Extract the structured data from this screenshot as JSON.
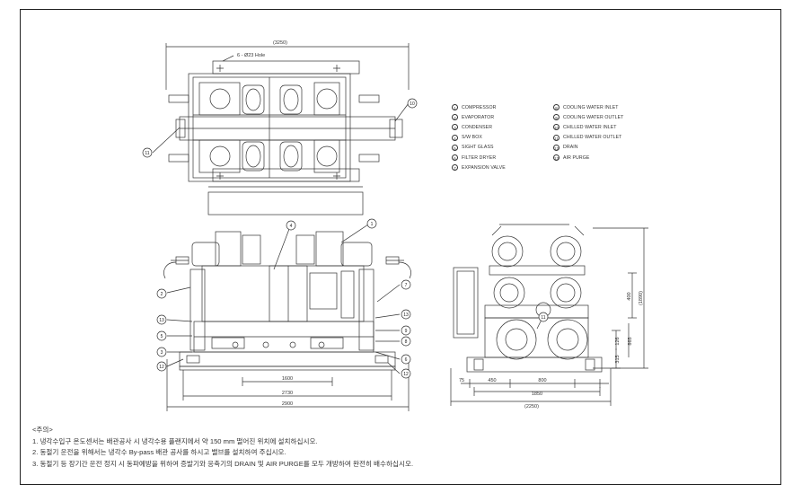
{
  "legend": [
    {
      "num": "1",
      "label": "COMPRESSOR"
    },
    {
      "num": "2",
      "label": "EVAPORATOR"
    },
    {
      "num": "3",
      "label": "CONDENSER"
    },
    {
      "num": "4",
      "label": "S/W BOX"
    },
    {
      "num": "5",
      "label": "SIGHT GLASS"
    },
    {
      "num": "6",
      "label": "FILTER DRYER"
    },
    {
      "num": "7",
      "label": "EXPANSION VALVE"
    },
    {
      "num": "8",
      "label": "COOLING WATER INLET"
    },
    {
      "num": "9",
      "label": "COOLING WATER OUTLET"
    },
    {
      "num": "10",
      "label": "CHILLED WATER INLET"
    },
    {
      "num": "11",
      "label": "CHILLED WATER OUTLET"
    },
    {
      "num": "12",
      "label": "DRAIN"
    },
    {
      "num": "13",
      "label": "AIR PURGE"
    }
  ],
  "top_view": {
    "overall_width": "(3250)",
    "hole_note": "6 - Ø23 Hole",
    "callout_left": "11",
    "callout_right": "10"
  },
  "front_view": {
    "callouts_top": [
      "4",
      "1"
    ],
    "callouts_left": [
      "2",
      "13",
      "5",
      "3",
      "12"
    ],
    "callouts_right": [
      "7",
      "13",
      "9",
      "8",
      "6",
      "12"
    ],
    "dims": [
      "1600",
      "2730",
      "2900"
    ]
  },
  "side_view": {
    "dims_bottom": [
      "75",
      "450",
      "800",
      "1850",
      "(2250)"
    ],
    "dims_right": [
      "400",
      "(1890)",
      "126",
      "865",
      "315"
    ],
    "callout_center": "11"
  },
  "notes": {
    "heading": "<주의>",
    "lines": [
      "1. 냉각수입구 온도센서는 배관공사 시 냉각수용 플랜지에서 약 150 mm 떨어진 위치에 설치하십시오.",
      "2. 동절기 운전을 위해서는 냉각수 By-pass 배관 공사를 하시고 밸브를 설치하여 주십시오.",
      "3. 동절기 등 장기간 운전 정지 시 동파예방을 위하여 증발기와 응축기의 DRAIN 및 AIR PURGE를 모두 개방하여 완전히 배수하십시오."
    ]
  }
}
